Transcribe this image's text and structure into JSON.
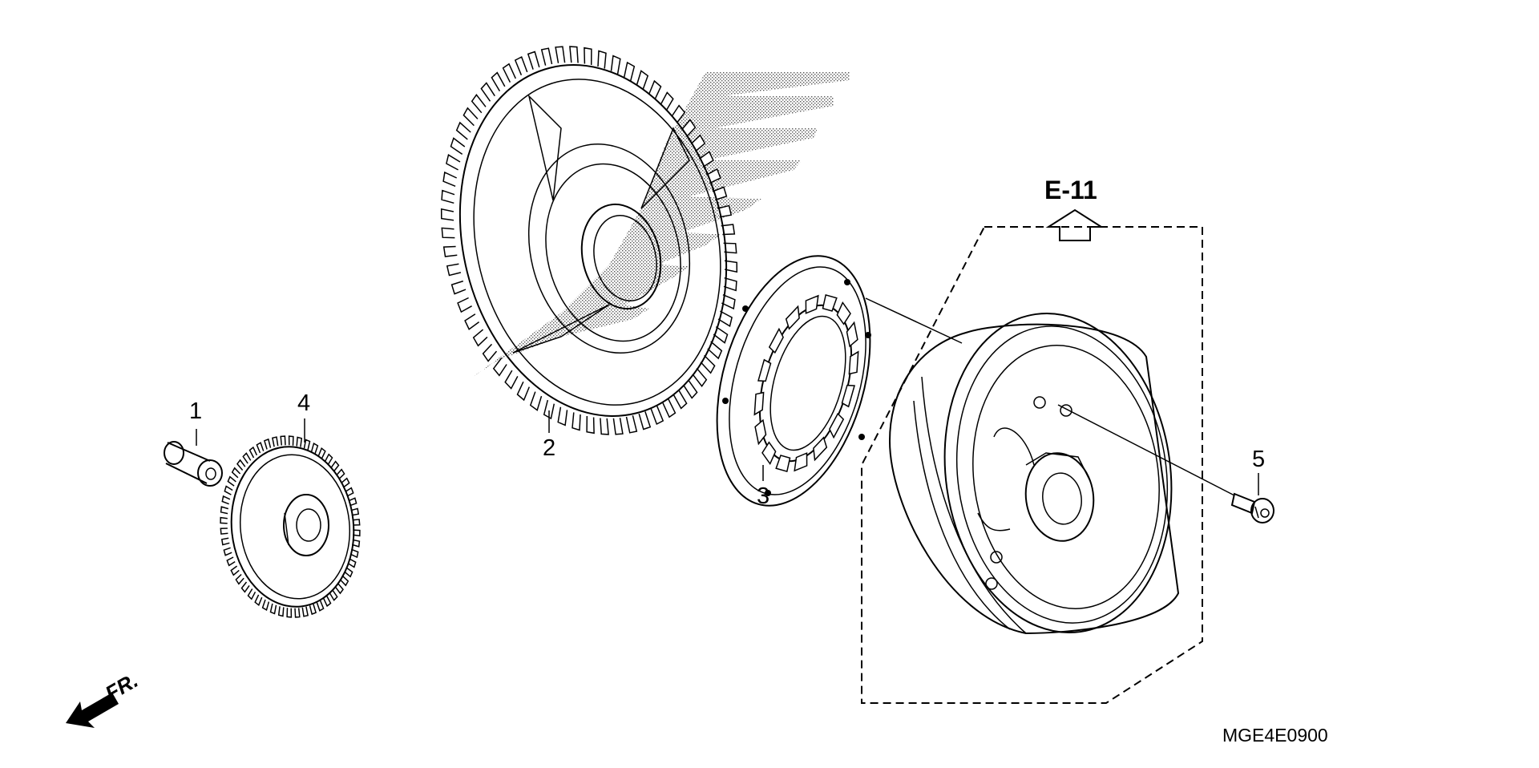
{
  "parts": [
    {
      "number": "1",
      "icon": "collar-icon"
    },
    {
      "number": "2",
      "icon": "starter-driven-gear-icon"
    },
    {
      "number": "3",
      "icon": "one-way-clutch-icon"
    },
    {
      "number": "4",
      "icon": "idle-gear-icon"
    },
    {
      "number": "5",
      "icon": "bolt-icon"
    }
  ],
  "reference": {
    "label": "E-11",
    "icon": "reference-arrow-icon"
  },
  "direction": {
    "label": "FR.",
    "icon": "front-arrow-icon"
  },
  "diagram_code": "MGE4E0900",
  "colors": {
    "line": "#000000",
    "background": "#ffffff",
    "shading": "#555555"
  }
}
